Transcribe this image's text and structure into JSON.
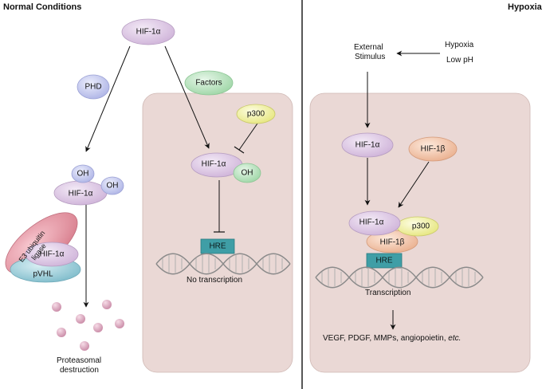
{
  "headers": {
    "left": "Normal Conditions",
    "right": "Hypoxia"
  },
  "normal": {
    "hif_top": "HIF-1α",
    "phd": "PHD",
    "factors": "Factors",
    "oh_top": "OH",
    "oh_right": "OH",
    "hif_hydroxylated": "HIF-1α",
    "e3_ligase": "E3 ubiquitin ligase",
    "hif_bound": "HIF-1α",
    "pvhl": "pVHL",
    "proteasomal": "Proteasomal",
    "destruction": "destruction",
    "p300": "p300",
    "hif_inhibited": "HIF-1α",
    "oh_inhibited": "OH",
    "hre": "HRE",
    "no_transcription": "No transcription"
  },
  "hypoxia": {
    "external": "External",
    "stimulus": "Stimulus",
    "hypoxia_label": "Hypoxia",
    "low_ph": "Low pH",
    "hif1a": "HIF-1α",
    "hif1b": "HIF-1β",
    "complex_hif1a": "HIF-1α",
    "complex_p300": "p300",
    "complex_hif1b": "HIF-1β",
    "hre": "HRE",
    "transcription": "Transcription",
    "targets_main": "VEGF, PDGF, MMPs, angiopoietin, ",
    "targets_etc": "etc."
  },
  "colors": {
    "hif1a": "#dcc6e3",
    "phd": "#c9cdf0",
    "factors": "#b7e3bd",
    "p300": "#f2f2a6",
    "oh": "#c9cdf0",
    "oh_green": "#b9e3bd",
    "hif1b": "#f4c8ae",
    "e3": "#e89aa7",
    "pvhl": "#9fcfd9",
    "hre": "#3f9ea6",
    "panel": "#ead8d5",
    "proteasome": "#e3aec3"
  }
}
